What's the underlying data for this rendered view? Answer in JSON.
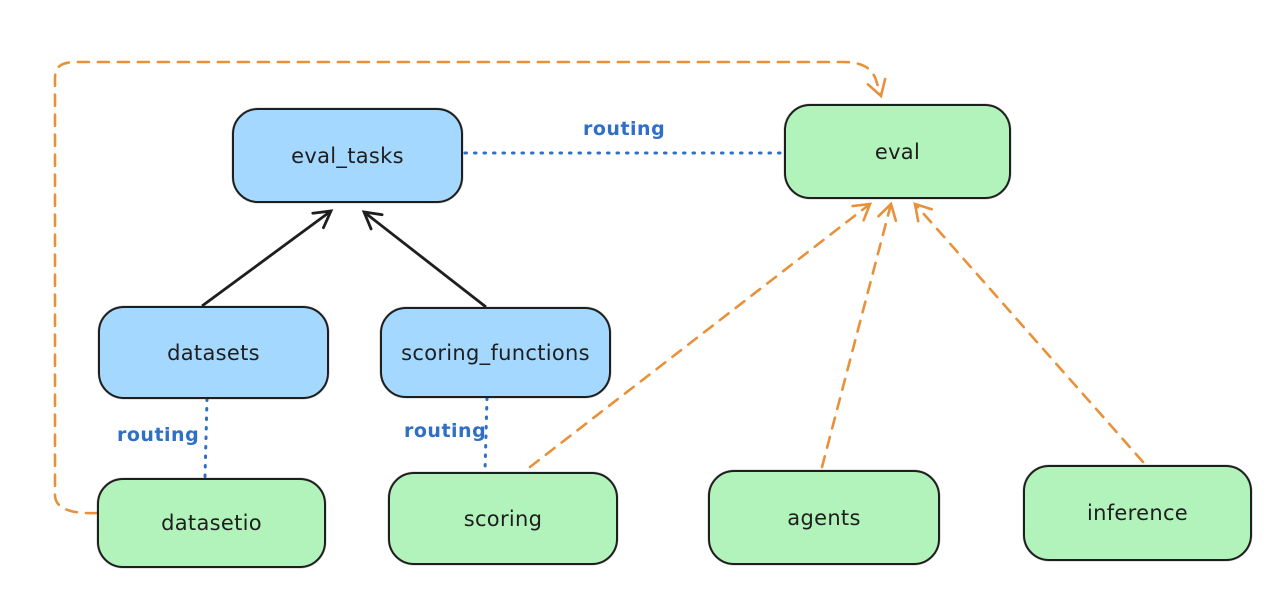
{
  "diagram": {
    "nodes": {
      "eval_tasks": {
        "label": "eval_tasks",
        "fill": "#a5d8ff"
      },
      "eval": {
        "label": "eval",
        "fill": "#b2f2bb"
      },
      "datasets": {
        "label": "datasets",
        "fill": "#a5d8ff"
      },
      "scoring_functions": {
        "label": "scoring_functions",
        "fill": "#a5d8ff"
      },
      "datasetio": {
        "label": "datasetio",
        "fill": "#b2f2bb"
      },
      "scoring": {
        "label": "scoring",
        "fill": "#b2f2bb"
      },
      "agents": {
        "label": "agents",
        "fill": "#b2f2bb"
      },
      "inference": {
        "label": "inference",
        "fill": "#b2f2bb"
      }
    },
    "edge_labels": {
      "routing_top": "routing",
      "routing_datasets": "routing",
      "routing_scoring": "routing"
    },
    "colors": {
      "blue_node_fill": "#a5d8ff",
      "green_node_fill": "#b2f2bb",
      "node_stroke": "#1e1e1e",
      "routing_blue": "#2f6fc4",
      "dependency_orange": "#e9913a",
      "background": "#ffffff"
    }
  }
}
